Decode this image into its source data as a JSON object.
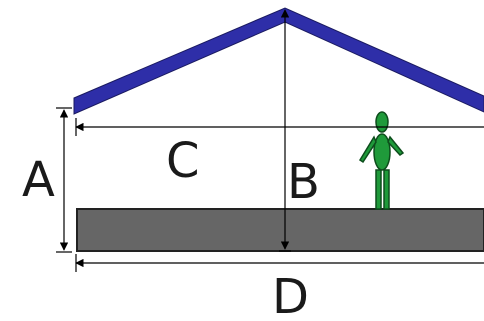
{
  "labels": {
    "a": "A",
    "b": "B",
    "c": "C",
    "d": "D"
  },
  "colors": {
    "roof": "#2e2ea8",
    "roof_outline": "#1a1a60",
    "floor": "#666666",
    "floor_outline": "#222222",
    "figure": "#1f9a3a",
    "figure_outline": "#0d4d1c",
    "line": "#000000",
    "text": "#1a1a1a"
  }
}
